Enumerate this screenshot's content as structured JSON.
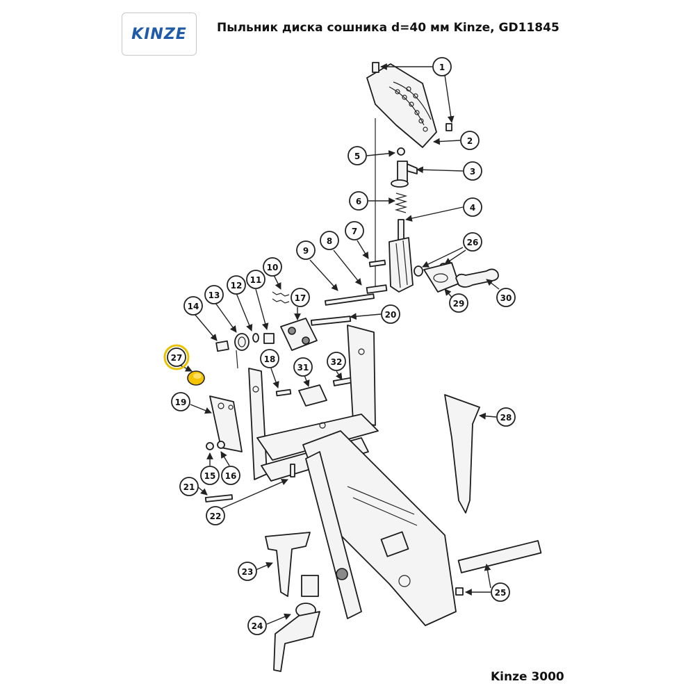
{
  "header": {
    "logo_text": "KINZE",
    "title": "Пыльник диска сошника d=40 мм Kinze, GD11845"
  },
  "footer": {
    "model": "Kinze 3000"
  },
  "colors": {
    "logo_blue": "#1f5ba8",
    "highlight_ring": "#e8c200",
    "highlight_fill": "#f5c400"
  },
  "diagram": {
    "highlighted_part": "27",
    "callouts": [
      {
        "id": "c1",
        "label": "1"
      },
      {
        "id": "c2",
        "label": "2"
      },
      {
        "id": "c3",
        "label": "3"
      },
      {
        "id": "c4",
        "label": "4"
      },
      {
        "id": "c5",
        "label": "5"
      },
      {
        "id": "c6",
        "label": "6"
      },
      {
        "id": "c7",
        "label": "7"
      },
      {
        "id": "c8",
        "label": "8"
      },
      {
        "id": "c9",
        "label": "9"
      },
      {
        "id": "c10",
        "label": "10"
      },
      {
        "id": "c11",
        "label": "11"
      },
      {
        "id": "c12",
        "label": "12"
      },
      {
        "id": "c13",
        "label": "13"
      },
      {
        "id": "c14",
        "label": "14"
      },
      {
        "id": "c15",
        "label": "15"
      },
      {
        "id": "c16",
        "label": "16"
      },
      {
        "id": "c17",
        "label": "17"
      },
      {
        "id": "c18",
        "label": "18"
      },
      {
        "id": "c19",
        "label": "19"
      },
      {
        "id": "c20",
        "label": "20"
      },
      {
        "id": "c21",
        "label": "21"
      },
      {
        "id": "c22",
        "label": "22"
      },
      {
        "id": "c23",
        "label": "23"
      },
      {
        "id": "c24",
        "label": "24"
      },
      {
        "id": "c25",
        "label": "25"
      },
      {
        "id": "c26",
        "label": "26"
      },
      {
        "id": "c27",
        "label": "27"
      },
      {
        "id": "c28",
        "label": "28"
      },
      {
        "id": "c29",
        "label": "29"
      },
      {
        "id": "c30",
        "label": "30"
      },
      {
        "id": "c31",
        "label": "31"
      },
      {
        "id": "c32",
        "label": "32"
      }
    ]
  }
}
